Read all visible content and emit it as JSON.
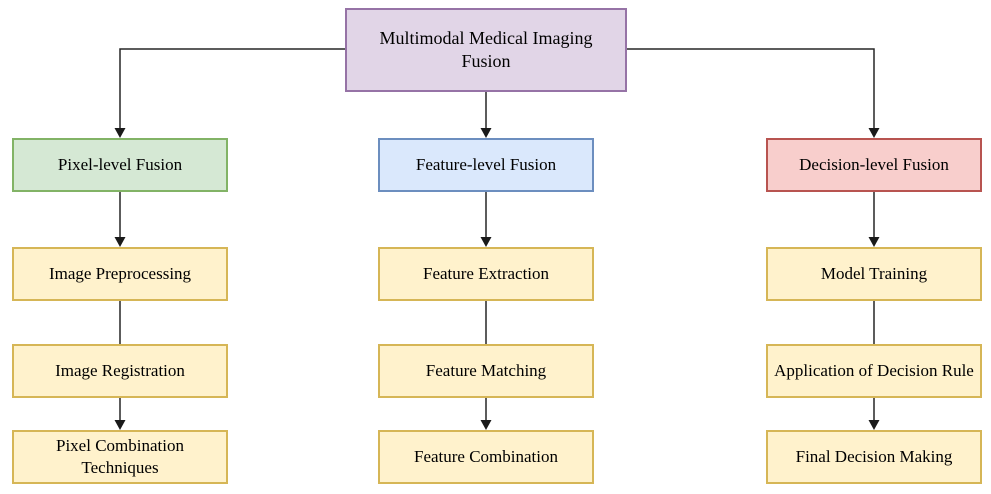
{
  "diagram": {
    "root": {
      "label": "Multimodal Medical Imaging Fusion",
      "fill": "#e1d5e7",
      "border": "#9673a6"
    },
    "branches": [
      {
        "header": {
          "label": "Pixel-level Fusion",
          "fill": "#d5e8d4",
          "border": "#82b366"
        },
        "steps": [
          {
            "label": "Image Preprocessing"
          },
          {
            "label": "Image Registration"
          },
          {
            "label": "Pixel Combination Techniques"
          }
        ]
      },
      {
        "header": {
          "label": "Feature-level Fusion",
          "fill": "#dae8fc",
          "border": "#6c8ebf"
        },
        "steps": [
          {
            "label": "Feature Extraction"
          },
          {
            "label": "Feature Matching"
          },
          {
            "label": "Feature Combination"
          }
        ]
      },
      {
        "header": {
          "label": "Decision-level Fusion",
          "fill": "#f8cecc",
          "border": "#b85450"
        },
        "steps": [
          {
            "label": "Model Training"
          },
          {
            "label": "Application of Decision Rule"
          },
          {
            "label": "Final Decision Making"
          }
        ]
      }
    ],
    "step_style": {
      "fill": "#fff2cc",
      "border": "#d6b656"
    },
    "connector_color": "#262626",
    "background": "#ffffff"
  }
}
